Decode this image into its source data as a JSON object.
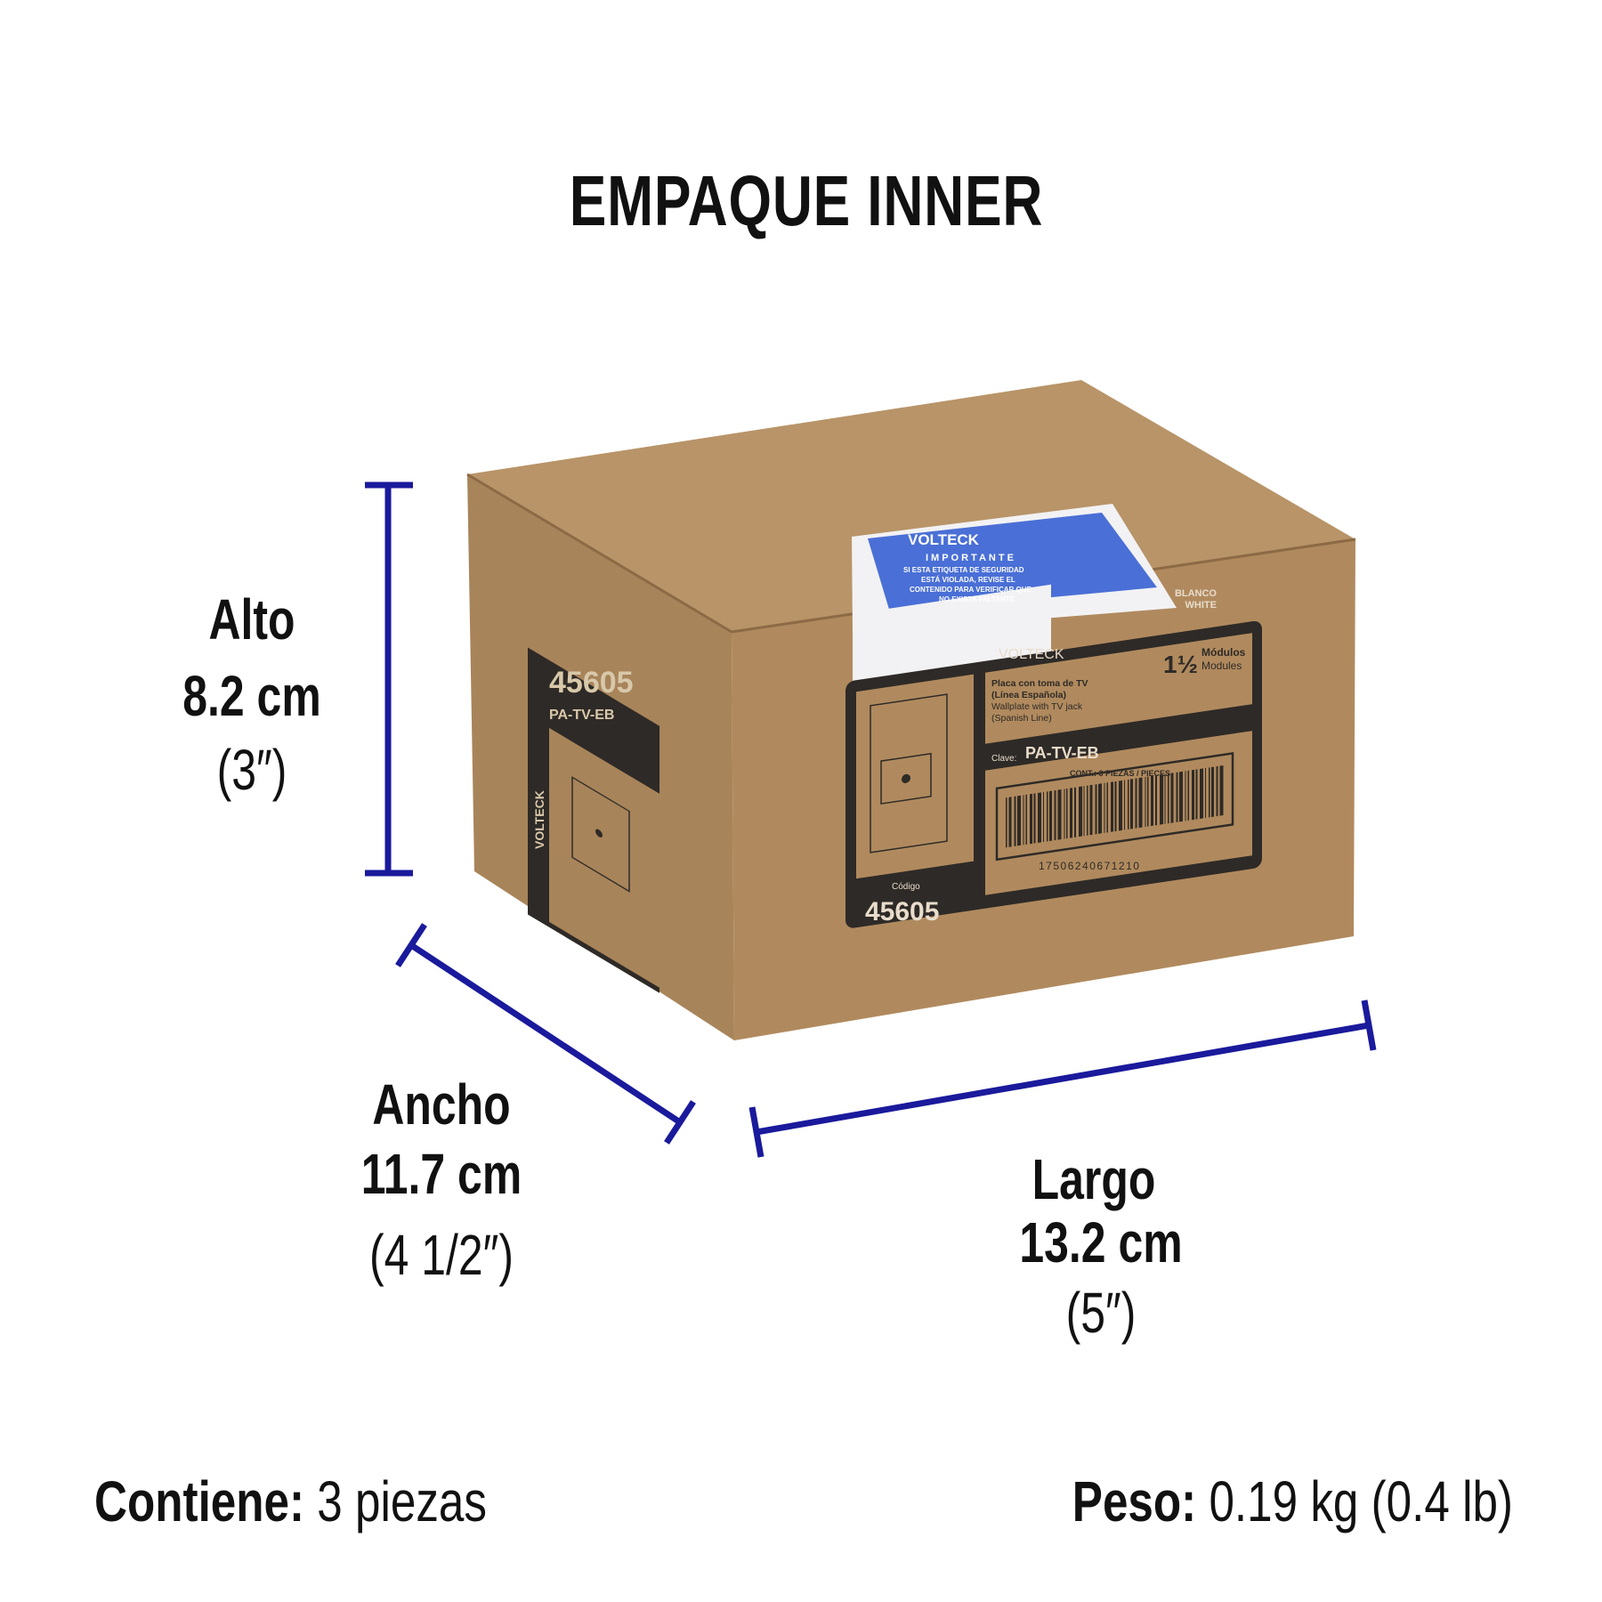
{
  "title": "EMPAQUE INNER",
  "dimensions": {
    "alto": {
      "label": "Alto",
      "metric": "8.2 cm",
      "imperial": "(3″)"
    },
    "ancho": {
      "label": "Ancho",
      "metric": "11.7 cm",
      "imperial": "(4 1/2″)"
    },
    "largo": {
      "label": "Largo",
      "metric": "13.2 cm",
      "imperial": "(5″)"
    }
  },
  "footer": {
    "contents_label": "Contiene:",
    "contents_value": "3 piezas",
    "weight_label": "Peso:",
    "weight_value": "0.19 kg (0.4 lb)"
  },
  "box_label": {
    "brand": "VOLTECK",
    "color_es": "BLANCO",
    "color_en": "WHITE",
    "product_es_1": "Placa con toma de TV",
    "product_es_2": "(Línea Española)",
    "product_en_1": "Wallplate with TV jack",
    "product_en_2": "(Spanish Line)",
    "modules_qty": "1½",
    "modules_es": "Módulos",
    "modules_en": "Modules",
    "clave_label": "Clave:",
    "clave": "PA-TV-EB",
    "cont": "CONT.: 3 PIEZAS / PIECES",
    "barcode": "17506240671210",
    "codigo_label": "Código",
    "codigo": "45605",
    "sticker_title": "IMPORTANTE",
    "sticker_text_1": "SI ESTA ETIQUETA DE SEGURIDAD",
    "sticker_text_2": "ESTÁ VIOLADA, REVISE EL",
    "sticker_text_3": "CONTENIDO PARA VERIFICAR QUE",
    "sticker_text_4": "NO EXISTA FALTANTE"
  },
  "colors": {
    "dimension_line": "#1a1a9c",
    "cardboard": "#b08a5e",
    "label_dark": "#2e2a27",
    "sticker_blue": "#4a6fd6"
  }
}
